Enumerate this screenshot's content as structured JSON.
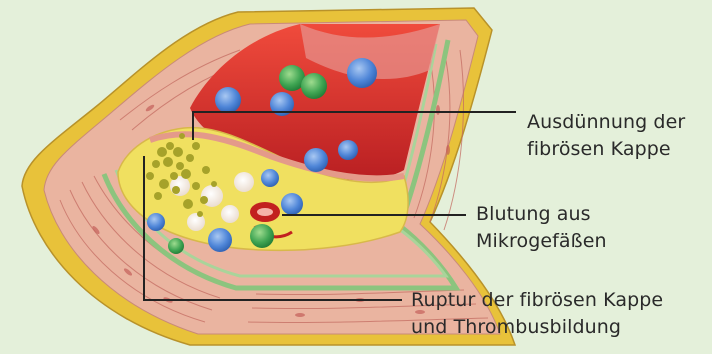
{
  "colors": {
    "background": "#e4f0da",
    "outer_yellow": "#e8c23a",
    "wall_pink": "#eab4a0",
    "cell_line": "#c46c62",
    "membrane_green": "#8cc47e",
    "lumen_red": "#d9322c",
    "plaque_yellow": "#f0e060",
    "erythrocyte_blue": "#4f86d8",
    "leukocyte_green": "#3fa553",
    "thrombus": "#a6a22a",
    "leader_line": "#222222",
    "text": "#2a2a2a"
  },
  "annotations": [
    {
      "id": "thinning",
      "lines": [
        "Ausdünnung der",
        "fibrösen Kappe"
      ]
    },
    {
      "id": "bleeding",
      "lines": [
        "Blutung aus",
        "Mikrogefäßen"
      ]
    },
    {
      "id": "rupture",
      "lines": [
        "Ruptur der fibrösen Kappe",
        "und Thrombusbildung"
      ]
    }
  ]
}
